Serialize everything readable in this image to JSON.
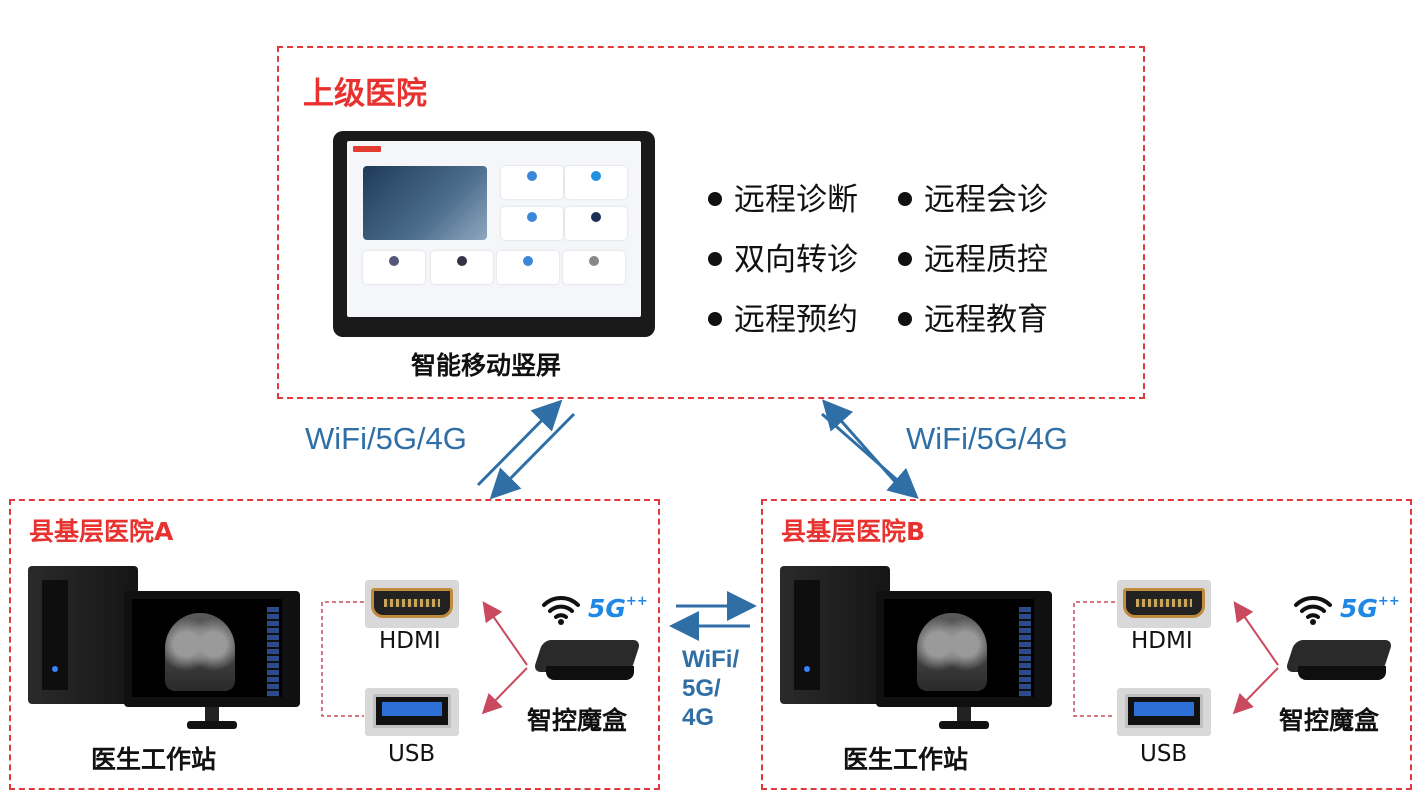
{
  "top": {
    "title": "上级医院",
    "device_label": "智能移动竖屏",
    "services": [
      "远程诊断",
      "远程会诊",
      "双向转诊",
      "远程质控",
      "远程预约",
      "远程教育"
    ]
  },
  "left": {
    "title": "县基层医院A",
    "workstation_label": "医生工作站",
    "hdmi_label": "HDMI",
    "usb_label": "USB",
    "box_label": "智控魔盒",
    "badge": "5G"
  },
  "right": {
    "title": "县基层医院B",
    "workstation_label": "医生工作站",
    "hdmi_label": "HDMI",
    "usb_label": "USB",
    "box_label": "智控魔盒",
    "badge": "5G"
  },
  "links": {
    "left_top": "WiFi/5G/4G",
    "right_top": "WiFi/5G/4G",
    "middle": [
      "WiFi/",
      "5G/",
      "4G"
    ]
  },
  "colors": {
    "frame": "#e03a3a",
    "title": "#e8322f",
    "link": "#2f6fa6",
    "box_arrow": "#c94a5e"
  },
  "icons": [
    "wifi-icon",
    "5g-icon",
    "hdmi-port",
    "usb-port",
    "magic-box",
    "tablet",
    "pc-tower",
    "monitor"
  ]
}
